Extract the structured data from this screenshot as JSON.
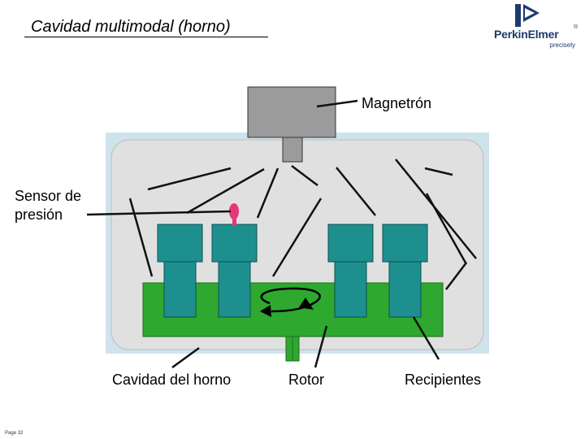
{
  "header": {
    "title": "Cavidad multimodal (horno)"
  },
  "logo": {
    "wordmark": "PerkinElmer",
    "registered": "®",
    "tagline": "precisely"
  },
  "labels": {
    "magnetron": "Magnetrón",
    "pressure_sensor_line1": "Sensor de",
    "pressure_sensor_line2": "presión",
    "oven_cavity": "Cavidad del horno",
    "rotor": "Rotor",
    "vessels": "Recipientes"
  },
  "footer": {
    "page": "Page 32"
  },
  "colors": {
    "cavity_frame": "#cfe3ec",
    "cavity_inner": "#e0e0e0",
    "magnetron": "#9b9b9b",
    "platform": "#2ea82e",
    "vessel": "#1e8f8f",
    "sensor": "#e8347a",
    "logo_blue": "#1f3a6e"
  }
}
